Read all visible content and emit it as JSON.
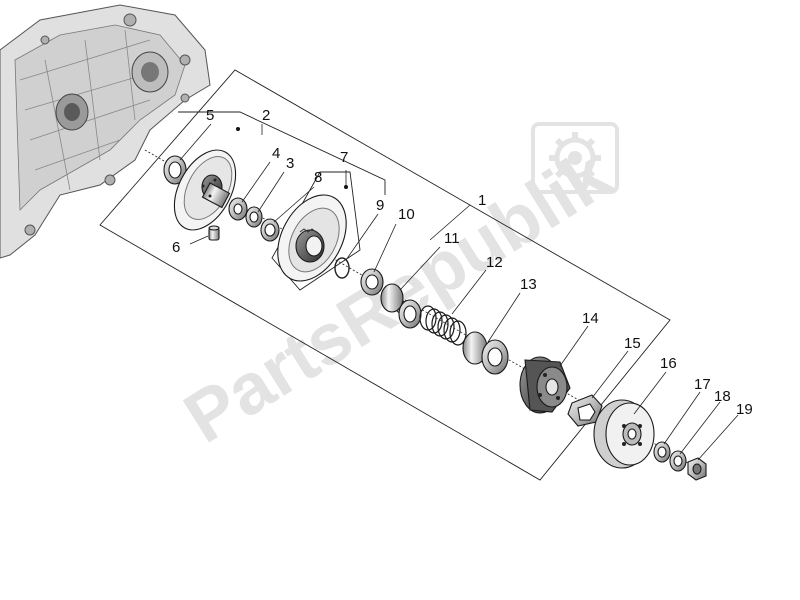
{
  "watermark": {
    "text": "PartsRepublik",
    "icon": "gear-icon"
  },
  "callouts": [
    {
      "id": "c1",
      "text": "1"
    },
    {
      "id": "c2",
      "text": "2"
    },
    {
      "id": "c3",
      "text": "3"
    },
    {
      "id": "c4",
      "text": "4"
    },
    {
      "id": "c5",
      "text": "5"
    },
    {
      "id": "c6",
      "text": "6"
    },
    {
      "id": "c7",
      "text": "7"
    },
    {
      "id": "c8",
      "text": "8"
    },
    {
      "id": "c9",
      "text": "9"
    },
    {
      "id": "c10",
      "text": "10"
    },
    {
      "id": "c11",
      "text": "11"
    },
    {
      "id": "c12",
      "text": "12"
    },
    {
      "id": "c13",
      "text": "13"
    },
    {
      "id": "c14",
      "text": "14"
    },
    {
      "id": "c15",
      "text": "15"
    },
    {
      "id": "c16",
      "text": "16"
    },
    {
      "id": "c17",
      "text": "17"
    },
    {
      "id": "c18",
      "text": "18"
    },
    {
      "id": "c19",
      "text": "19"
    }
  ]
}
